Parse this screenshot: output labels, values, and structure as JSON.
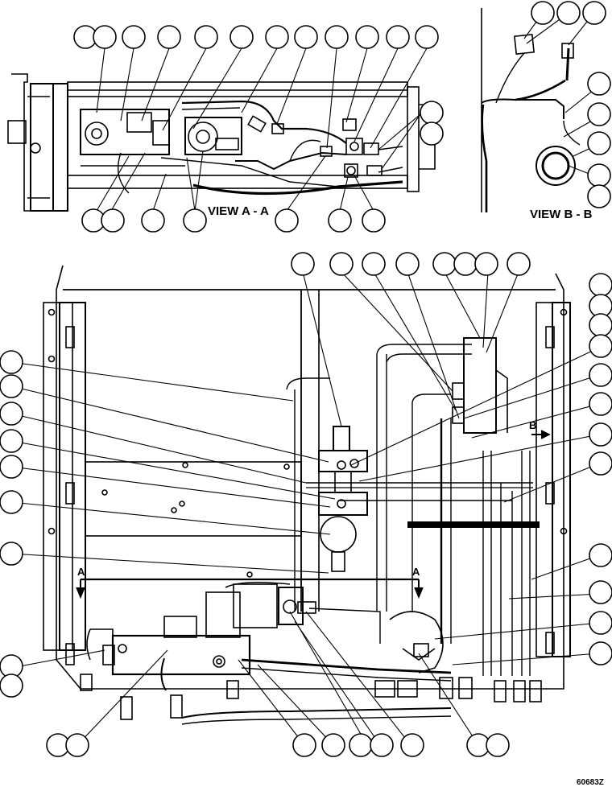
{
  "views": {
    "section_a": "VIEW A - A",
    "section_b": "VIEW B - B"
  },
  "markers": {
    "cut_a_left": "A",
    "cut_a_right": "A",
    "cut_b": "B"
  },
  "figure_id": "60683Z",
  "colors": {
    "ink": "#000000",
    "paper": "#ffffff",
    "mid_gray": "#555555"
  }
}
